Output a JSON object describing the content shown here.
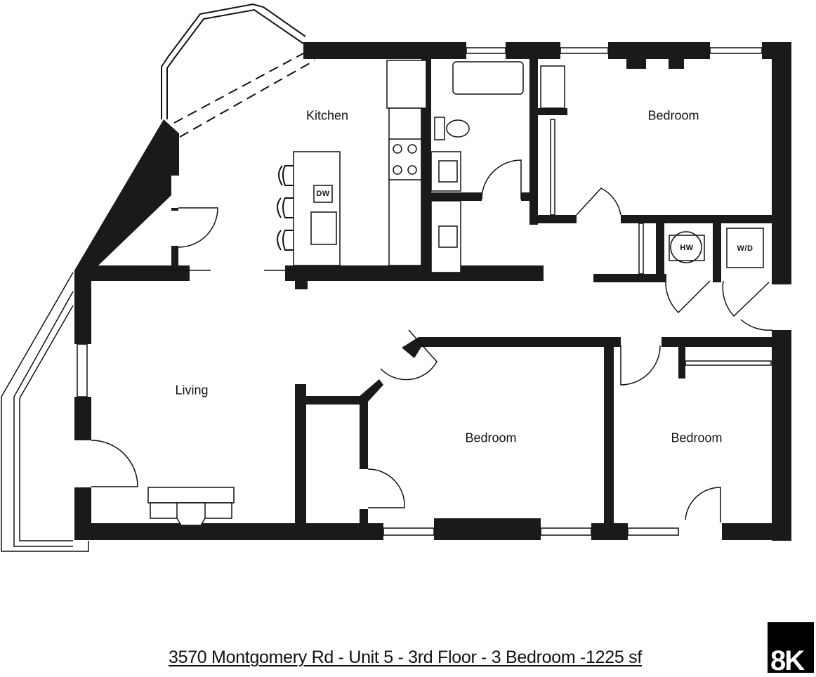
{
  "floorplan": {
    "rooms": [
      {
        "id": "kitchen",
        "label": "Kitchen"
      },
      {
        "id": "bedroom-1",
        "label": "Bedroom"
      },
      {
        "id": "living",
        "label": "Living"
      },
      {
        "id": "bedroom-2",
        "label": "Bedroom"
      },
      {
        "id": "bedroom-3",
        "label": "Bedroom"
      }
    ],
    "appliances": [
      {
        "id": "dishwasher",
        "label": "DW"
      },
      {
        "id": "water-heater",
        "label": "HW"
      },
      {
        "id": "washer-dryer",
        "label": "W/D"
      }
    ],
    "colors": {
      "wall": "#1a1a1a",
      "background": "#ffffff",
      "line": "#111111"
    }
  },
  "caption": {
    "text": "3570 Montgomery Rd - Unit 5 - 3rd Floor - 3 Bedroom -1225 sf"
  },
  "logo": {
    "text": "8K"
  }
}
